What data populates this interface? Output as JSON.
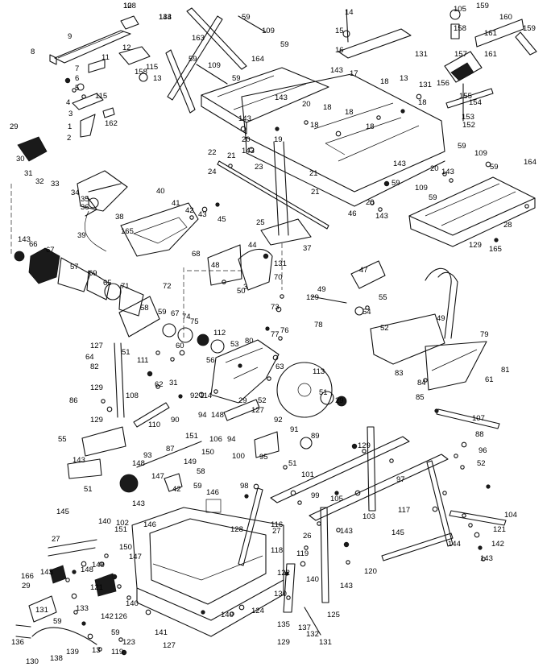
{
  "figure": {
    "kind": "exploded-parts-diagram",
    "colors": {
      "line": "#111111",
      "background": "#ffffff"
    }
  },
  "callouts": [
    {
      "n": "10"
    },
    {
      "n": "143"
    },
    {
      "n": "59"
    },
    {
      "n": "14"
    },
    {
      "n": "15"
    },
    {
      "n": "105"
    },
    {
      "n": "159"
    },
    {
      "n": "160"
    },
    {
      "n": "9"
    },
    {
      "n": "109"
    },
    {
      "n": "158"
    },
    {
      "n": "161"
    },
    {
      "n": "159"
    },
    {
      "n": "8"
    },
    {
      "n": "12"
    },
    {
      "n": "163"
    },
    {
      "n": "59"
    },
    {
      "n": "16"
    },
    {
      "n": "131"
    },
    {
      "n": "157"
    },
    {
      "n": "161"
    },
    {
      "n": "11"
    },
    {
      "n": "59"
    },
    {
      "n": "164"
    },
    {
      "n": "115"
    },
    {
      "n": "109"
    },
    {
      "n": "7"
    },
    {
      "n": "158"
    },
    {
      "n": "6"
    },
    {
      "n": "13"
    },
    {
      "n": "59"
    },
    {
      "n": "143"
    },
    {
      "n": "17"
    },
    {
      "n": "18"
    },
    {
      "n": "131"
    },
    {
      "n": "13"
    },
    {
      "n": "156"
    },
    {
      "n": "5"
    },
    {
      "n": "115"
    },
    {
      "n": "4"
    },
    {
      "n": "143"
    },
    {
      "n": "20"
    },
    {
      "n": "18"
    },
    {
      "n": "18"
    },
    {
      "n": "18"
    },
    {
      "n": "155"
    },
    {
      "n": "154"
    },
    {
      "n": "153"
    },
    {
      "n": "3"
    },
    {
      "n": "162"
    },
    {
      "n": "1"
    },
    {
      "n": "143"
    },
    {
      "n": "18"
    },
    {
      "n": "152"
    },
    {
      "n": "29"
    },
    {
      "n": "20"
    },
    {
      "n": "19"
    },
    {
      "n": "18"
    },
    {
      "n": "2"
    },
    {
      "n": "30"
    },
    {
      "n": "143"
    },
    {
      "n": "59"
    },
    {
      "n": "22"
    },
    {
      "n": "21"
    },
    {
      "n": "109"
    },
    {
      "n": "23"
    },
    {
      "n": "143"
    },
    {
      "n": "59"
    },
    {
      "n": "24"
    },
    {
      "n": "20"
    },
    {
      "n": "31"
    },
    {
      "n": "32"
    },
    {
      "n": "33"
    },
    {
      "n": "21"
    },
    {
      "n": "164"
    },
    {
      "n": "59"
    },
    {
      "n": "109"
    },
    {
      "n": "34"
    },
    {
      "n": "40"
    },
    {
      "n": "20"
    },
    {
      "n": "59"
    },
    {
      "n": "35"
    },
    {
      "n": "21"
    },
    {
      "n": "143"
    },
    {
      "n": "143"
    },
    {
      "n": "36"
    },
    {
      "n": "41"
    },
    {
      "n": "42"
    },
    {
      "n": "38"
    },
    {
      "n": "43"
    },
    {
      "n": "45"
    },
    {
      "n": "46"
    },
    {
      "n": "25"
    },
    {
      "n": "28"
    },
    {
      "n": "165"
    },
    {
      "n": "39"
    },
    {
      "n": "37"
    },
    {
      "n": "131"
    },
    {
      "n": "129"
    },
    {
      "n": "165"
    },
    {
      "n": "143"
    },
    {
      "n": "66"
    },
    {
      "n": "67"
    },
    {
      "n": "68"
    },
    {
      "n": "44"
    },
    {
      "n": "48"
    },
    {
      "n": "47"
    },
    {
      "n": "57"
    },
    {
      "n": "69"
    },
    {
      "n": "70"
    },
    {
      "n": "50"
    },
    {
      "n": "49"
    },
    {
      "n": "65"
    },
    {
      "n": "71"
    },
    {
      "n": "72"
    },
    {
      "n": "3"
    },
    {
      "n": "49"
    },
    {
      "n": "55"
    },
    {
      "n": "58"
    },
    {
      "n": "73"
    },
    {
      "n": "129"
    },
    {
      "n": "54"
    },
    {
      "n": "59"
    },
    {
      "n": "67"
    },
    {
      "n": "74"
    },
    {
      "n": "75"
    },
    {
      "n": "76"
    },
    {
      "n": "78"
    },
    {
      "n": "52"
    },
    {
      "n": "127"
    },
    {
      "n": "60"
    },
    {
      "n": "112"
    },
    {
      "n": "77"
    },
    {
      "n": "79"
    },
    {
      "n": "51"
    },
    {
      "n": "64"
    },
    {
      "n": "111"
    },
    {
      "n": "56"
    },
    {
      "n": "53"
    },
    {
      "n": "80"
    },
    {
      "n": "81"
    },
    {
      "n": "82"
    },
    {
      "n": "63"
    },
    {
      "n": "113"
    },
    {
      "n": "83"
    },
    {
      "n": "84"
    },
    {
      "n": "61"
    },
    {
      "n": "62"
    },
    {
      "n": "31"
    },
    {
      "n": "129"
    },
    {
      "n": "108"
    },
    {
      "n": "92"
    },
    {
      "n": "114"
    },
    {
      "n": "52"
    },
    {
      "n": "51"
    },
    {
      "n": "29"
    },
    {
      "n": "85"
    },
    {
      "n": "86"
    },
    {
      "n": "29"
    },
    {
      "n": "94"
    },
    {
      "n": "148"
    },
    {
      "n": "127"
    },
    {
      "n": "129"
    },
    {
      "n": "90"
    },
    {
      "n": "110"
    },
    {
      "n": "107"
    },
    {
      "n": "55"
    },
    {
      "n": "151"
    },
    {
      "n": "106"
    },
    {
      "n": "94"
    },
    {
      "n": "92"
    },
    {
      "n": "91"
    },
    {
      "n": "89"
    },
    {
      "n": "88"
    },
    {
      "n": "87"
    },
    {
      "n": "150"
    },
    {
      "n": "96"
    },
    {
      "n": "93"
    },
    {
      "n": "149"
    },
    {
      "n": "100"
    },
    {
      "n": "95"
    },
    {
      "n": "51"
    },
    {
      "n": "129"
    },
    {
      "n": "52"
    },
    {
      "n": "143"
    },
    {
      "n": "148"
    },
    {
      "n": "58"
    },
    {
      "n": "101"
    },
    {
      "n": "97"
    },
    {
      "n": "51"
    },
    {
      "n": "147"
    },
    {
      "n": "59"
    },
    {
      "n": "42"
    },
    {
      "n": "98"
    },
    {
      "n": "99"
    },
    {
      "n": "143"
    },
    {
      "n": "146"
    },
    {
      "n": "102"
    },
    {
      "n": "117"
    },
    {
      "n": "103"
    },
    {
      "n": "145"
    },
    {
      "n": "140"
    },
    {
      "n": "105"
    },
    {
      "n": "104"
    },
    {
      "n": "146"
    },
    {
      "n": "151"
    },
    {
      "n": "116"
    },
    {
      "n": "26"
    },
    {
      "n": "143"
    },
    {
      "n": "27"
    },
    {
      "n": "27"
    },
    {
      "n": "121"
    },
    {
      "n": "145"
    },
    {
      "n": "150"
    },
    {
      "n": "147"
    },
    {
      "n": "118"
    },
    {
      "n": "119"
    },
    {
      "n": "142"
    },
    {
      "n": "144"
    },
    {
      "n": "149"
    },
    {
      "n": "140"
    },
    {
      "n": "120"
    },
    {
      "n": "143"
    },
    {
      "n": "143"
    },
    {
      "n": "148"
    },
    {
      "n": "166"
    },
    {
      "n": "29"
    },
    {
      "n": "121"
    },
    {
      "n": "122"
    },
    {
      "n": "128"
    },
    {
      "n": "140"
    },
    {
      "n": "143"
    },
    {
      "n": "133"
    },
    {
      "n": "142"
    },
    {
      "n": "126"
    },
    {
      "n": "130"
    },
    {
      "n": "131"
    },
    {
      "n": "141"
    },
    {
      "n": "124"
    },
    {
      "n": "59"
    },
    {
      "n": "135"
    },
    {
      "n": "125"
    },
    {
      "n": "137"
    },
    {
      "n": "140"
    },
    {
      "n": "136"
    },
    {
      "n": "59"
    },
    {
      "n": "123"
    },
    {
      "n": "119"
    },
    {
      "n": "132"
    },
    {
      "n": "131"
    },
    {
      "n": "139"
    },
    {
      "n": "13"
    },
    {
      "n": "129"
    },
    {
      "n": "130"
    },
    {
      "n": "138"
    },
    {
      "n": "127"
    },
    {
      "n": "128"
    },
    {
      "n": "134"
    }
  ]
}
